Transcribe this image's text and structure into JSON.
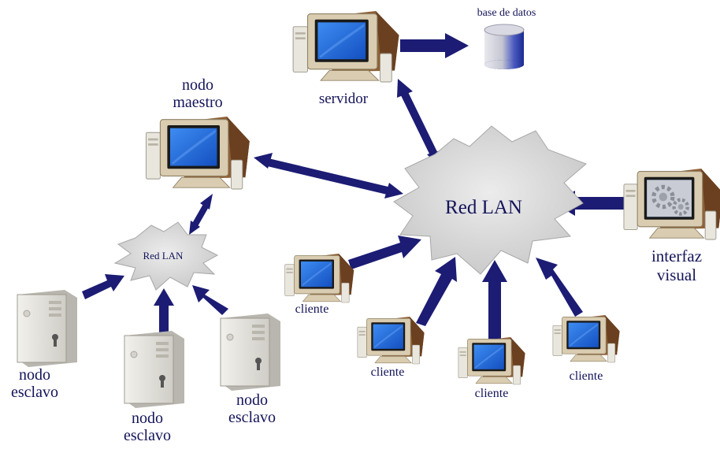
{
  "colors": {
    "arrow": "#1c1c74",
    "label": "#14145a",
    "cloud_fill": "#d8d8d8",
    "cloud_stroke": "#a8a8a8",
    "screen": "#1e73e8",
    "case": "#e4e2dc",
    "monitor_body": "#d9ccb0",
    "database_side": "#2a3ea8"
  },
  "labels": {
    "base_de_datos": "base de datos",
    "servidor": "servidor",
    "nodo_maestro": "nodo\nmaestro",
    "red_lan_main": "Red LAN",
    "red_lan_small": "Red LAN",
    "interfaz_visual": "interfaz\nvisual",
    "cliente_1": "cliente",
    "cliente_2": "cliente",
    "cliente_3": "cliente",
    "cliente_4": "cliente",
    "nodo_esclavo_1": "nodo\nesclavo",
    "nodo_esclavo_2": "nodo\nesclavo",
    "nodo_esclavo_3": "nodo\nesclavo"
  },
  "icons": {
    "server": "desktop-computer-icon",
    "master": "desktop-computer-icon",
    "client": "desktop-computer-icon",
    "visual_interface": "desktop-computer-gears-icon",
    "slave": "tower-case-icon",
    "database": "database-cylinder-icon",
    "network": "network-cloud-icon"
  }
}
